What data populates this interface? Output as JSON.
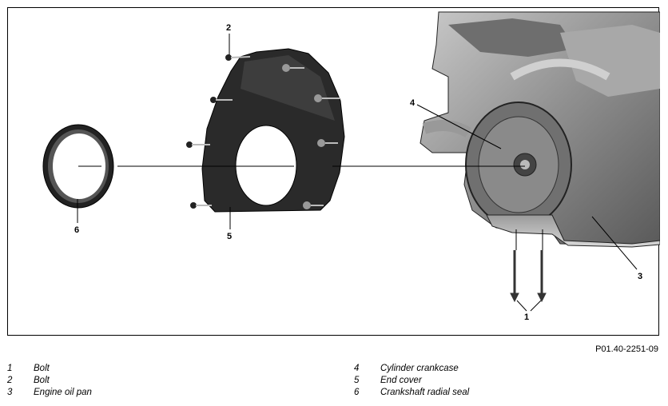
{
  "figure": {
    "code": "P01.40-2251-09",
    "callouts": {
      "c1": "1",
      "c2": "2",
      "c3": "3",
      "c4": "4",
      "c5": "5",
      "c6": "6"
    }
  },
  "legend": {
    "left": [
      {
        "num": "1",
        "text": "Bolt"
      },
      {
        "num": "2",
        "text": "Bolt"
      },
      {
        "num": "3",
        "text": "Engine oil pan"
      }
    ],
    "right": [
      {
        "num": "4",
        "text": "Cylinder crankcase"
      },
      {
        "num": "5",
        "text": "End cover"
      },
      {
        "num": "6",
        "text": "Crankshaft radial seal"
      }
    ]
  }
}
